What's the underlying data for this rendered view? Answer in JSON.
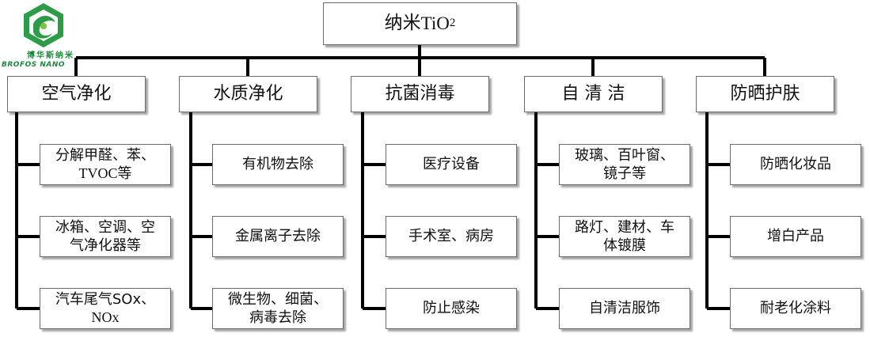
{
  "logo": {
    "cn": "博华斯纳米",
    "en": "BROFOS NANO"
  },
  "root": {
    "prefix": "纳米",
    "formula": "TiO",
    "sub": "2"
  },
  "categories": [
    {
      "label": "空气净化",
      "leaves": [
        {
          "line1": "分解甲醛、苯、",
          "line2": "TVOC等"
        },
        {
          "line1": "冰箱、空调、空",
          "line2": "气净化器等"
        },
        {
          "line1": "汽车尾气SOx、",
          "line2": "NOx"
        }
      ]
    },
    {
      "label": "水质净化",
      "leaves": [
        {
          "line1": "有机物去除",
          "line2": ""
        },
        {
          "line1": "金属离子去除",
          "line2": ""
        },
        {
          "line1": "微生物、细菌、",
          "line2": "病毒去除"
        }
      ]
    },
    {
      "label": "抗菌消毒",
      "leaves": [
        {
          "line1": "医疗设备",
          "line2": ""
        },
        {
          "line1": "手术室、病房",
          "line2": ""
        },
        {
          "line1": "防止感染",
          "line2": ""
        }
      ]
    },
    {
      "label": "自 清 洁",
      "leaves": [
        {
          "line1": "玻璃、百叶窗、",
          "line2": "镜子等"
        },
        {
          "line1": "路灯、建材、车",
          "line2": "体镀膜"
        },
        {
          "line1": "自清洁服饰",
          "line2": ""
        }
      ]
    },
    {
      "label": "防晒护肤",
      "leaves": [
        {
          "line1": "防晒化妆品",
          "line2": ""
        },
        {
          "line1": "增白产品",
          "line2": ""
        },
        {
          "line1": "耐老化涂料",
          "line2": ""
        }
      ]
    }
  ],
  "colors": {
    "line": "#000000",
    "box_border": "#6b6b6b",
    "logo_green": "#1e8a3d"
  }
}
